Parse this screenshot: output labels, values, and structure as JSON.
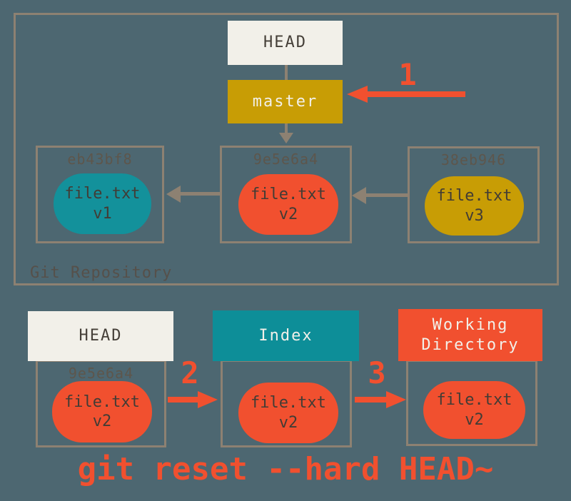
{
  "colors": {
    "background": "#4d6771",
    "accent_red": "#f1502f",
    "teal": "#0d8e98",
    "gold": "#c89d05",
    "offwhite": "#f2f0e9",
    "border_gray": "#8d8172",
    "text_dark": "#453f38",
    "hash_gray": "#5d564c"
  },
  "repo": {
    "label": "Git Repository",
    "head": "HEAD",
    "branch": "master",
    "commits": [
      {
        "hash": "eb43bf8",
        "file": "file.txt",
        "version": "v1"
      },
      {
        "hash": "9e5e6a4",
        "file": "file.txt",
        "version": "v2"
      },
      {
        "hash": "38eb946",
        "file": "file.txt",
        "version": "v3"
      }
    ]
  },
  "steps": [
    "1",
    "2",
    "3"
  ],
  "bottom": {
    "head": {
      "label": "HEAD",
      "hash": "9e5e6a4",
      "file": "file.txt",
      "version": "v2"
    },
    "index": {
      "label": "Index",
      "file": "file.txt",
      "version": "v2"
    },
    "working": {
      "label": "Working Directory",
      "file": "file.txt",
      "version": "v2"
    }
  },
  "caption": "git reset --hard HEAD~"
}
